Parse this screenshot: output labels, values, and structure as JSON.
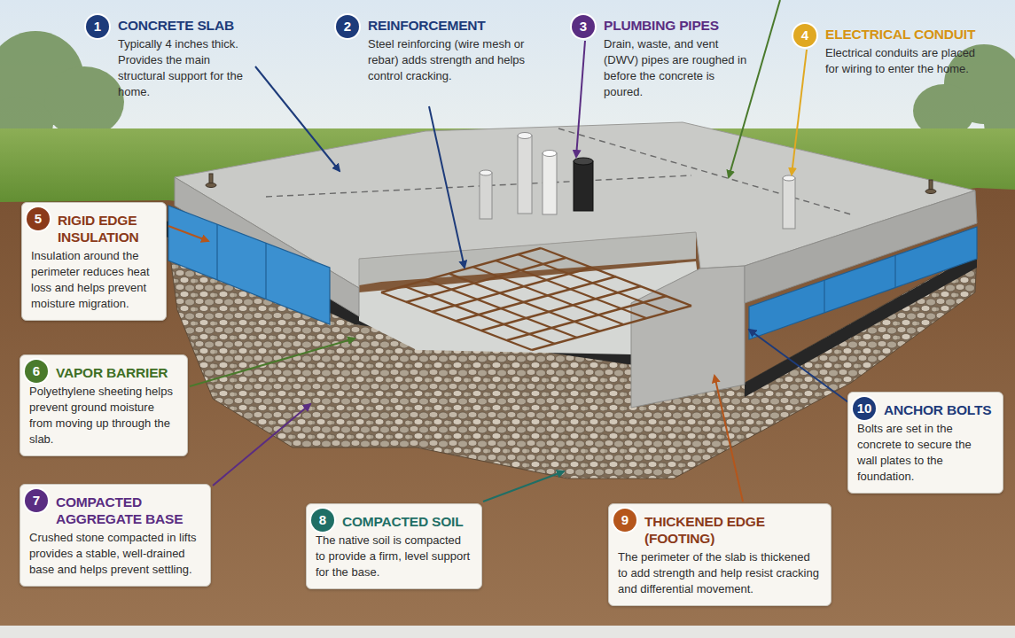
{
  "diagram": {
    "nodes": [
      {
        "text": [
          "CONCRETE SLAB",
          "Typically 4 inches thick. Provides the main structural support for the home."
        ]
      },
      {
        "text": [
          "1"
        ],
        "in": 0
      },
      {
        "text": [
          "REINFORCEMENT",
          "Steel reinforcing (wire mesh or rebar) adds strength and helps control cracking."
        ]
      },
      {
        "text": [
          "2"
        ],
        "in": 2
      },
      {
        "text": [
          "PLUMBING PIPES",
          "Drain, waste, and vent (DWV) pipes are roughed in before the concrete is poured."
        ]
      },
      {
        "text": [
          "3"
        ],
        "in": 4
      },
      {
        "text": [
          "ELECTRICAL CONDUIT",
          "Electrical conduits are placed for wiring to enter the home."
        ]
      },
      {
        "text": [
          "4"
        ],
        "in": 6
      },
      {
        "text": [
          "RIGID EDGE INSULATION",
          "Insulation around the perimeter reduces heat loss and helps prevent moisture migration."
        ]
      },
      {
        "text": [
          "5"
        ],
        "in": 8
      },
      {
        "text": [
          "VAPOR BARRIER",
          "Polyethylene sheeting helps prevent ground moisture from moving up through the slab."
        ]
      },
      {
        "text": [
          "6"
        ],
        "in": 10
      },
      {
        "text": [
          "COMPACTED AGGREGATE BASE",
          "Crushed stone compacted in lifts provides a stable, well-drained base and helps prevent settling."
        ]
      },
      {
        "text": [
          "7"
        ],
        "in": 12
      },
      {
        "text": [
          "COMPACTED SOIL",
          "The native soil is compacted to provide a firm, level support for the base."
        ]
      },
      {
        "text": [
          "8"
        ],
        "in": 14
      },
      {
        "text": [
          "THICKENED EDGE (FOOTING)",
          "The perimeter of the slab is thickened to add strength and help resist cracking and differential movement."
        ]
      },
      {
        "text": [
          "9"
        ],
        "in": 16
      },
      {
        "text": [
          "ANCHOR BOLTS",
          "Bolts are set in the concrete to secure the wall plates to the foundation."
        ]
      },
      {
        "text": [
          "10"
        ],
        "in": 18
      }
    ]
  }
}
